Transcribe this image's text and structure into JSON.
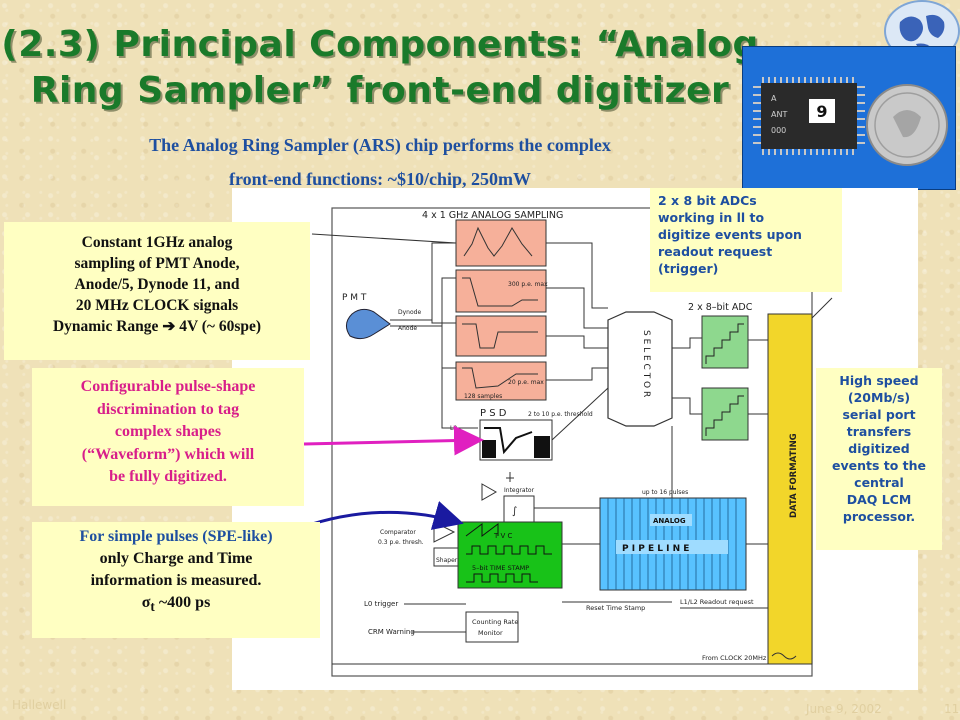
{
  "slide": {
    "title_line1": "(2.3) Principal Components: “Analog",
    "title_line2": "Ring Sampler” front-end digitizer",
    "subtitle_line1": "The Analog Ring Sampler (ARS)  chip performs the complex",
    "subtitle_line2": "front-end functions: ~$10/chip, 250mW",
    "footer_left": "Hallewell",
    "footer_date": "June 9, 2002",
    "footer_page": "11"
  },
  "photo": {
    "chip_text_1": "A",
    "chip_text_2": "ANT",
    "chip_text_3": "000",
    "chip_label": "9"
  },
  "callouts": {
    "constant": {
      "line1": "Constant 1GHz analog",
      "line2": "sampling of PMT Anode,",
      "line3": "Anode/5, Dynode 11, and",
      "line4": "20 MHz CLOCK signals",
      "line5_a": "Dynamic Range ",
      "line5_arrow": "➔",
      "line5_b": " 4V (~ 60spe)"
    },
    "psd": {
      "line1": "Configurable pulse-shape",
      "line2": "discrimination to tag",
      "line3": "complex shapes",
      "line4": "(“Waveform”) which will",
      "line5": "be fully digitized."
    },
    "simple": {
      "line1": "For simple pulses (SPE-like)",
      "line2": "only Charge and Time",
      "line3": "information is measured.",
      "line4_sigma": "σ",
      "line4_sub": "t",
      "line4_rest": " ~400 ps"
    },
    "adc": {
      "line1": "2 x 8 bit ADCs",
      "line2": "working in ll to",
      "line3": "digitize events upon",
      "line4": "readout request",
      "line5": "(trigger)"
    },
    "serial": {
      "line1": "High speed",
      "line2": "(20Mb/s)",
      "line3": "serial port",
      "line4": "transfers",
      "line5": "digitized",
      "line6": "events to the",
      "line7": "central",
      "line8": "DAQ LCM",
      "line9": "processor."
    }
  },
  "diagram": {
    "sampling_title": "4 x 1 GHz ANALOG SAMPLING",
    "pmt": "P M T",
    "dynode": "Dynode",
    "anode": "Anode",
    "max1": "300 p.e. max",
    "max2": "20 p.e. max",
    "samples": "128 samples",
    "psd": "P S D",
    "psd_thresh": "2 to 10 p.e. threshold",
    "l0": "L0",
    "selector": "S E L E C T O R",
    "adc_title": "2 x 8–bit ADC",
    "data_formating": "DATA FORMATING",
    "integrator": "Integrator",
    "up_to": "up to 16 pulses",
    "analog": "ANALOG",
    "pipeline": "P I P E L I N E",
    "tvc": "T V C",
    "time_stamp": "5–bit TIME STAMP",
    "comparator": "Comparator",
    "comparator_thresh": "0.3 p.e. thresh.",
    "shaper": "Shaper",
    "reset": "Reset Time Stamp",
    "readout": "L1/L2 Readout request",
    "l0_trigger": "L0 trigger",
    "crm_warning": "CRM Warning",
    "counting_rate": "Counting Rate",
    "monitor": "Monitor",
    "clock": "From CLOCK 20MHz"
  },
  "colors": {
    "title": "#1a7a2a",
    "subtitle": "#1e4fa0",
    "callout_bg": "#ffffc2",
    "psd_text": "#d81e8a",
    "pink": "#f6b09a",
    "green_block": "#18c218",
    "adc_green": "#8ed88e",
    "data_format": "#f2d62a",
    "pipeline": "#58c2ff",
    "pmt": "#5a8fd6"
  }
}
